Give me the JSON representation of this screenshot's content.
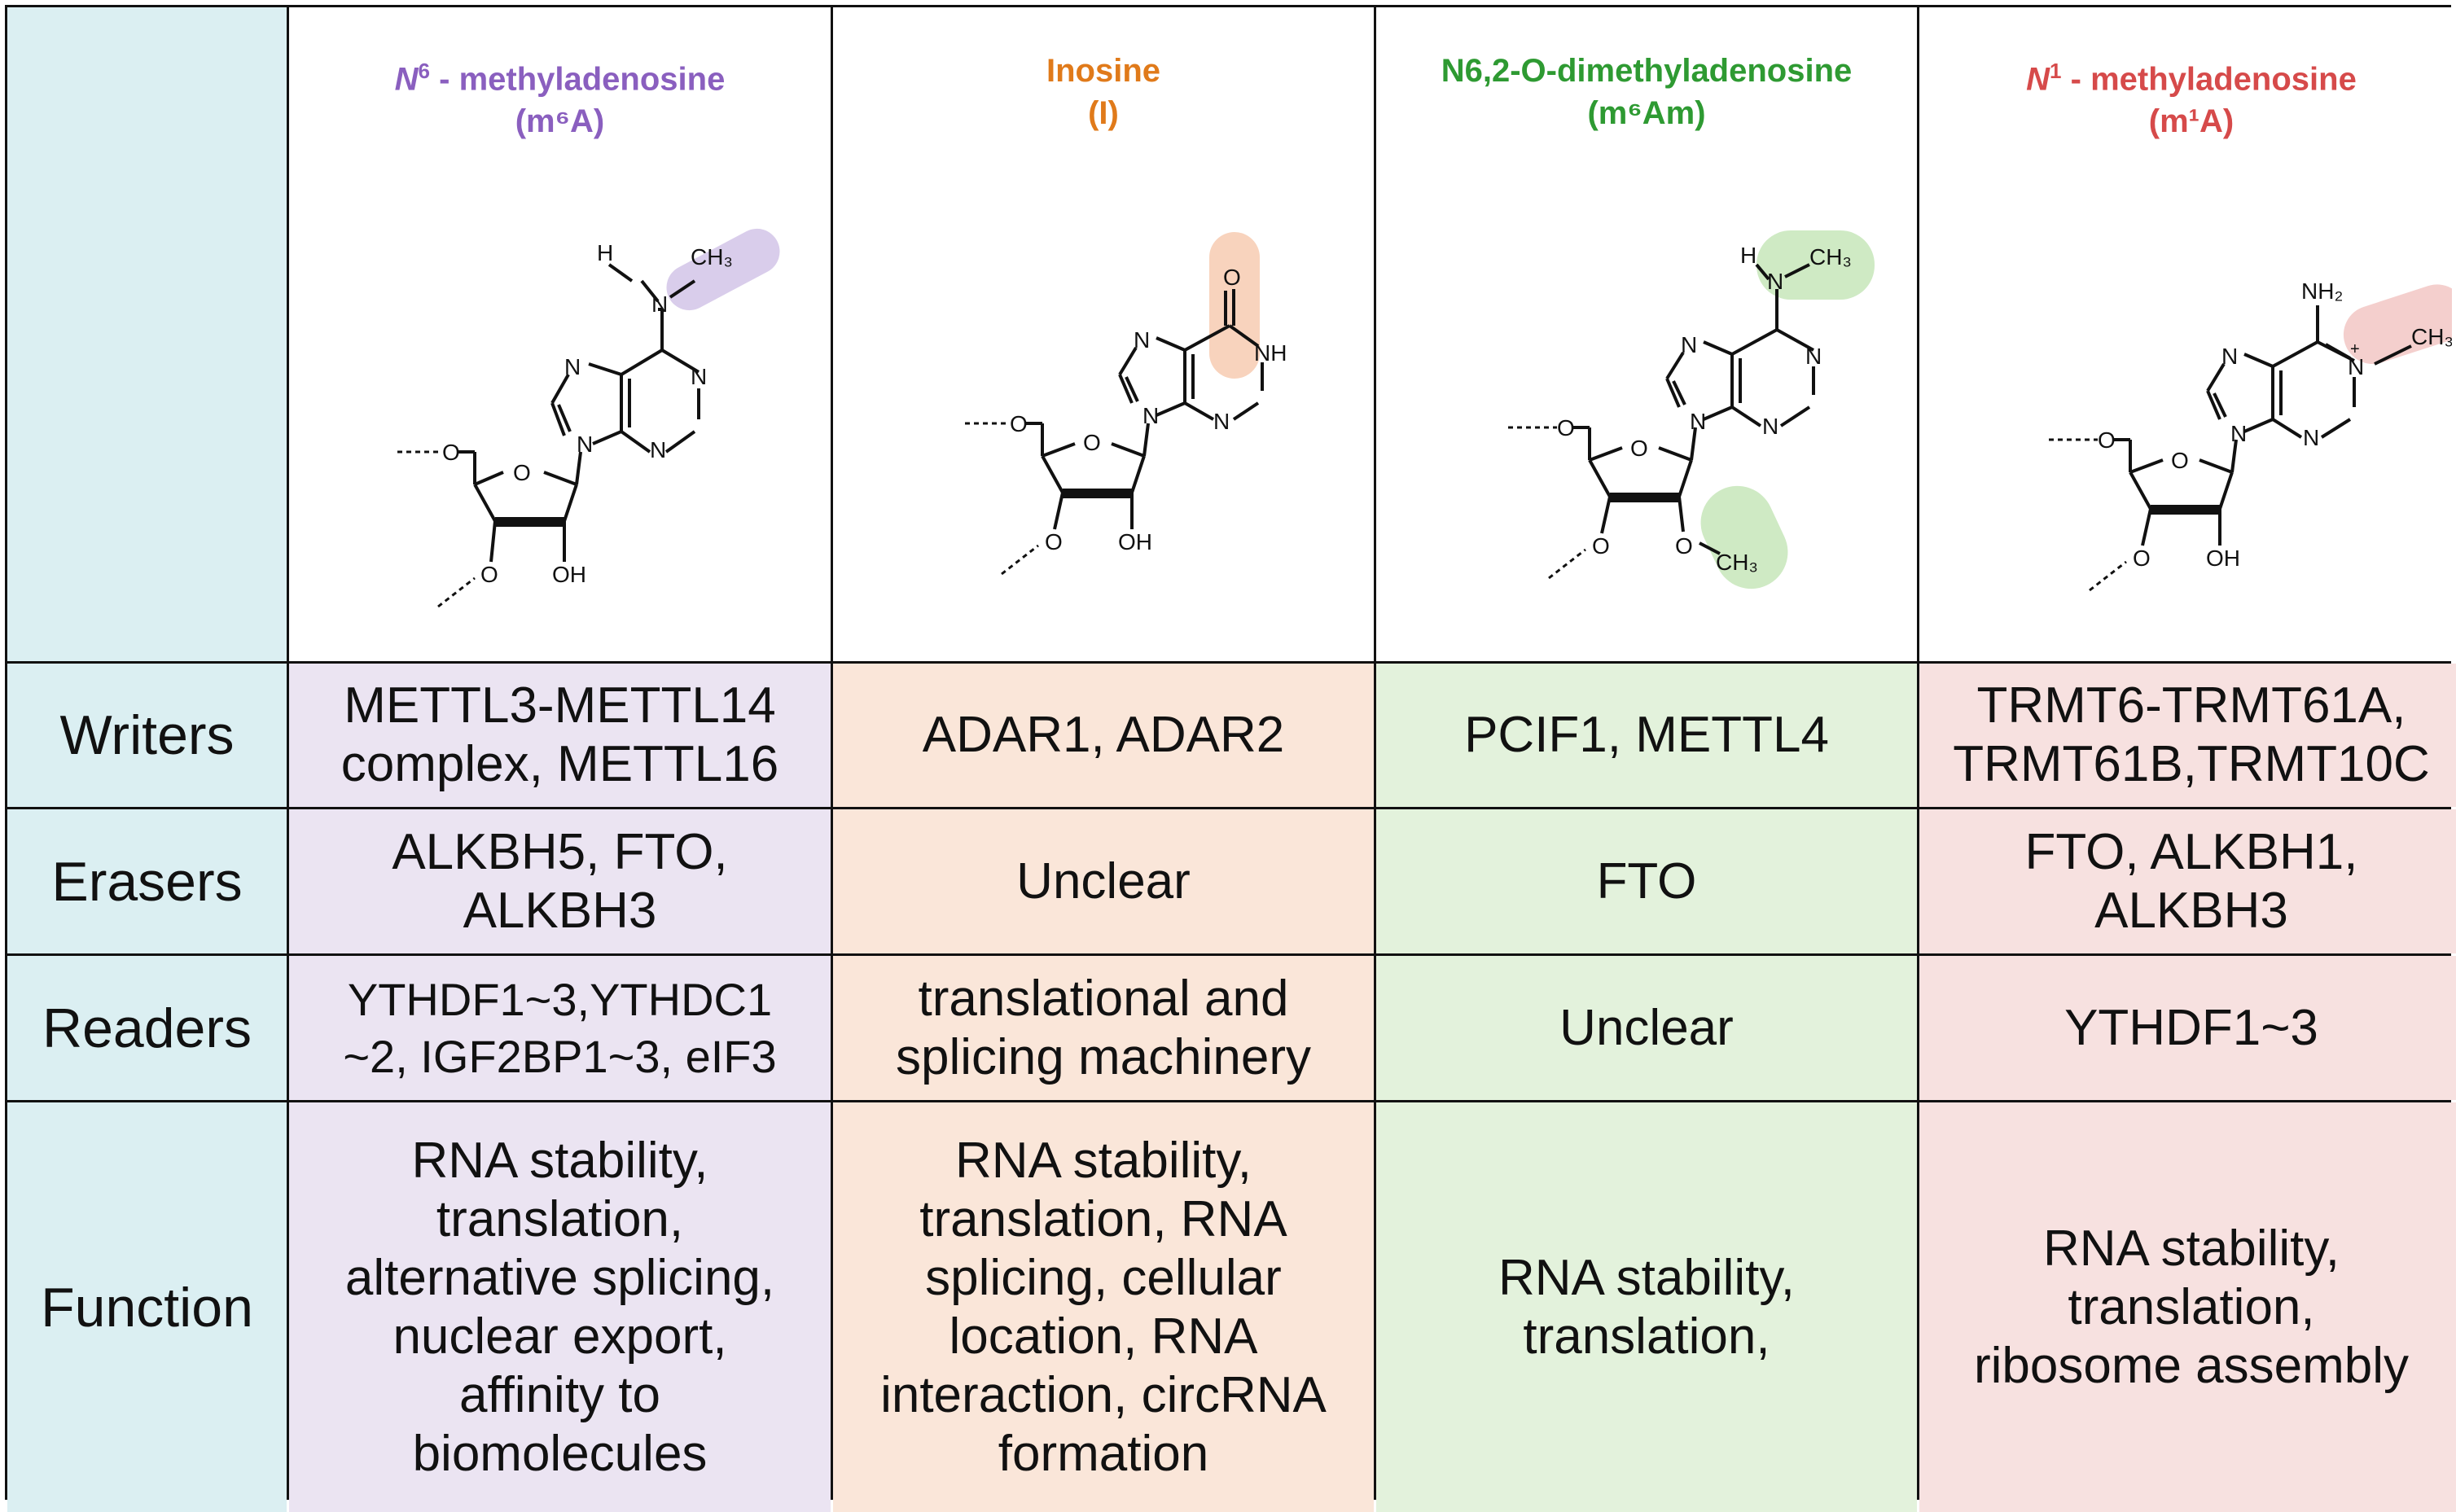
{
  "headers": [
    {
      "italic_prefix": "N",
      "sup": "6",
      "rest": " - methyladenosine",
      "abbr": "(m⁶A)",
      "color": "#8a5fbf"
    },
    {
      "italic_prefix": "",
      "sup": "",
      "rest": "Inosine",
      "abbr": "(I)",
      "color": "#e07a1a"
    },
    {
      "italic_prefix": "",
      "sup": "",
      "rest": "N6,2-O-dimethyladenosine",
      "abbr": "(m⁶Am)",
      "color": "#2e9a32"
    },
    {
      "italic_prefix": "N",
      "sup": "1",
      "rest": " - methyladenosine",
      "abbr": "(m¹A)",
      "color": "#d64a4a"
    }
  ],
  "row_labels": [
    "Writers",
    "Erasers",
    "Readers",
    "Function"
  ],
  "rows": {
    "writers": [
      "METTL3-METTL14\ncomplex, METTL16",
      "ADAR1, ADAR2",
      "PCIF1, METTL4",
      "TRMT6-TRMT61A,\nTRMT61B,TRMT10C"
    ],
    "erasers": [
      "ALKBH5, FTO,\nALKBH3",
      "Unclear",
      "FTO",
      "FTO, ALKBH1,\nALKBH3"
    ],
    "readers": [
      "YTHDF1~3,YTHDC1\n~2, IGF2BP1~3, eIF3",
      "translational and\nsplicing machinery",
      "Unclear",
      "YTHDF1~3"
    ],
    "function": [
      "RNA stability,\ntranslation,\nalternative splicing,\nnuclear export,\naffinity to\nbiomolecules",
      "RNA stability,\ntranslation, RNA\nsplicing, cellular\nlocation, RNA\ninteraction, circRNA\nformation",
      "RNA stability,\ntranslation,",
      "RNA stability,\ntranslation,\nribosome assembly"
    ]
  },
  "atoms": {
    "H": "H",
    "N": "N",
    "NH": "NH",
    "O": "O",
    "OH": "OH",
    "CH3": "CH₃",
    "NH2": "NH₂",
    "plus": "+"
  },
  "highlight_colors": {
    "purple": "#d9cdeb",
    "orange": "#f8d3bd",
    "green": "#cfeac4",
    "red": "#f4cfcd"
  }
}
